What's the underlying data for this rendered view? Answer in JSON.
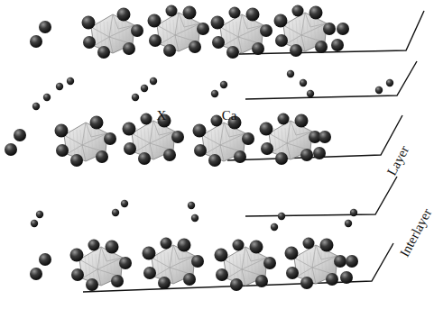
{
  "diagram": {
    "labels": [
      "X",
      "Ca",
      "Layer",
      "Interlayer"
    ]
  }
}
